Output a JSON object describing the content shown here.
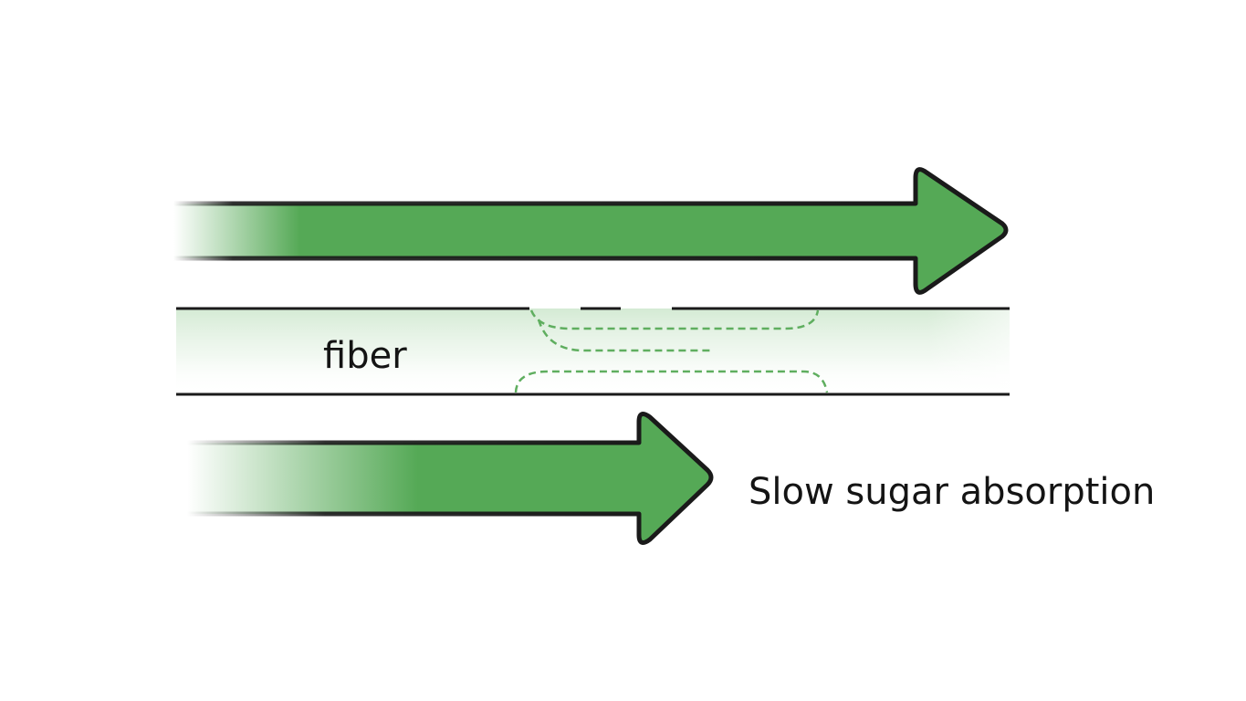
{
  "labels": {
    "fiber": "fiber",
    "outcome": "Slow sugar absorption"
  },
  "colors": {
    "arrow_fill": "#55a956",
    "arrow_stroke": "#1a1a1a",
    "channel_tint": "#cfe8cf",
    "dashed_line": "#5fae5f",
    "background": "#ffffff"
  },
  "elements": {
    "top_arrow": "sugar flow arrow (fast)",
    "fiber_channel": "fiber layer with dashed flow paths",
    "bottom_arrow": "sugar flow arrow (slowed)"
  }
}
